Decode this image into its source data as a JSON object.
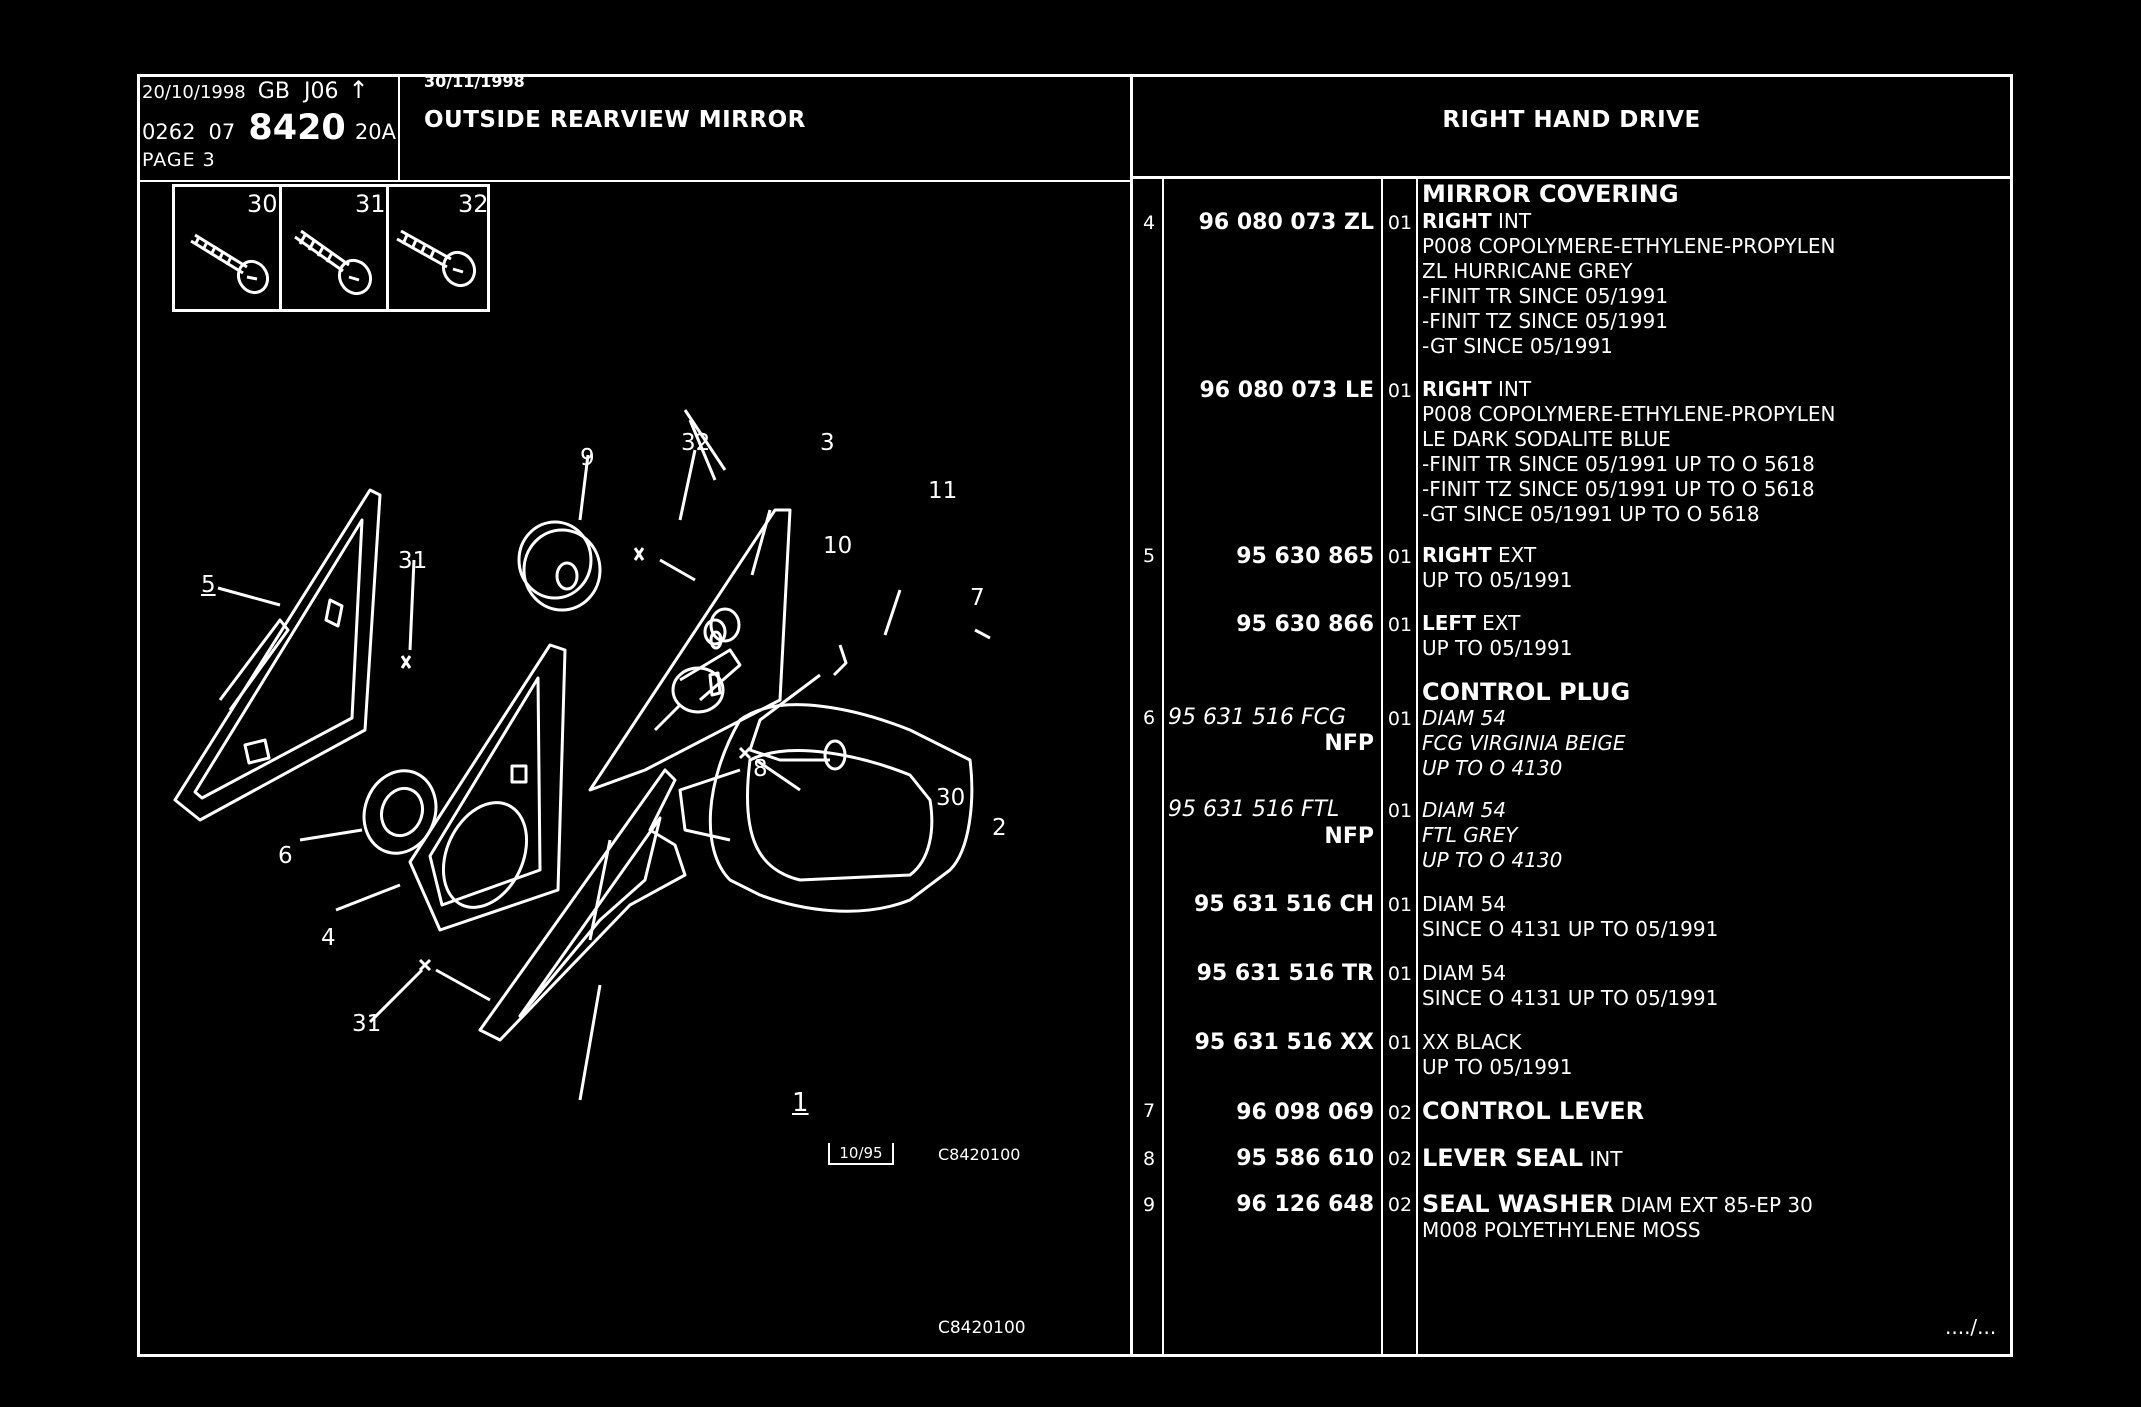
{
  "header": {
    "date": "20/10/1998",
    "lang": "GB",
    "code": "J06",
    "arrow": "↑",
    "num1": "0262",
    "num2": "07",
    "main_number": "8420",
    "suffix": "20A",
    "page": "PAGE 3",
    "date2": "30/11/1998",
    "title": "OUTSIDE REARVIEW MIRROR",
    "drive": "RIGHT HAND DRIVE"
  },
  "screws": [
    {
      "label": "30"
    },
    {
      "label": "31"
    },
    {
      "label": "32"
    }
  ],
  "callouts": {
    "c9": "9",
    "c32": "32",
    "c3": "3",
    "c11": "11",
    "c31a": "31",
    "c5": "5",
    "c10": "10",
    "c7": "7",
    "c8": "8",
    "c30": "30",
    "c2": "2",
    "c6": "6",
    "c4": "4",
    "c31b": "31",
    "c1": "1"
  },
  "diagram_footer": {
    "date_box": "10/95",
    "ref": "C8420100",
    "bottom_ref": "C8420100"
  },
  "parts": {
    "mirror_covering": "MIRROR COVERING",
    "r1": {
      "ref": "4",
      "pn": "96 080 073 ZL",
      "qty": "01",
      "title": "RIGHT",
      "title2": " INT",
      "lines": [
        "P008 COPOLYMERE-ETHYLENE-PROPYLEN",
        "ZL HURRICANE GREY",
        "-FINIT TR SINCE 05/1991",
        "-FINIT TZ SINCE 05/1991",
        "-GT SINCE 05/1991"
      ]
    },
    "r2": {
      "pn": "96 080 073 LE",
      "qty": "01",
      "title": "RIGHT",
      "title2": " INT",
      "lines": [
        "P008 COPOLYMERE-ETHYLENE-PROPYLEN",
        "LE DARK SODALITE BLUE",
        "-FINIT TR SINCE 05/1991 UP TO O 5618",
        "-FINIT TZ SINCE 05/1991 UP TO O 5618",
        "-GT SINCE 05/1991 UP TO O 5618"
      ]
    },
    "r3": {
      "ref": "5",
      "pn": "95 630 865",
      "qty": "01",
      "title": "RIGHT",
      "title2": " EXT",
      "lines": [
        "UP TO 05/1991"
      ]
    },
    "r4": {
      "pn": "95 630 866",
      "qty": "01",
      "title": "LEFT",
      "title2": " EXT",
      "lines": [
        "UP TO 05/1991"
      ]
    },
    "control_plug": "CONTROL PLUG",
    "r5": {
      "ref": "6",
      "pn": "95 631 516 FCG",
      "nfp": "NFP",
      "qty": "01",
      "lines": [
        "DIAM 54",
        "FCG VIRGINIA BEIGE",
        "UP TO O 4130"
      ]
    },
    "r6": {
      "pn": "95 631 516 FTL",
      "nfp": "NFP",
      "qty": "01",
      "lines": [
        "DIAM 54",
        "FTL GREY",
        "UP TO O 4130"
      ]
    },
    "r7": {
      "pn": "95 631 516 CH",
      "qty": "01",
      "lines": [
        "DIAM 54",
        "SINCE O 4131 UP TO 05/1991"
      ]
    },
    "r8": {
      "pn": "95 631 516 TR",
      "qty": "01",
      "lines": [
        "DIAM 54",
        "SINCE O 4131 UP TO 05/1991"
      ]
    },
    "r9": {
      "pn": "95 631 516 XX",
      "qty": "01",
      "lines": [
        "XX BLACK",
        "UP TO 05/1991"
      ]
    },
    "r10": {
      "ref": "7",
      "pn": "96 098 069",
      "qty": "02",
      "title": "CONTROL LEVER"
    },
    "r11": {
      "ref": "8",
      "pn": "95 586 610",
      "qty": "02",
      "title": "LEVER SEAL",
      "title2": " INT"
    },
    "r12": {
      "ref": "9",
      "pn": "96 126 648",
      "qty": "02",
      "title": "SEAL WASHER",
      "title2": " DIAM EXT 85-EP 30",
      "lines": [
        "M008 POLYETHYLENE MOSS"
      ]
    },
    "continued": "..../..."
  }
}
